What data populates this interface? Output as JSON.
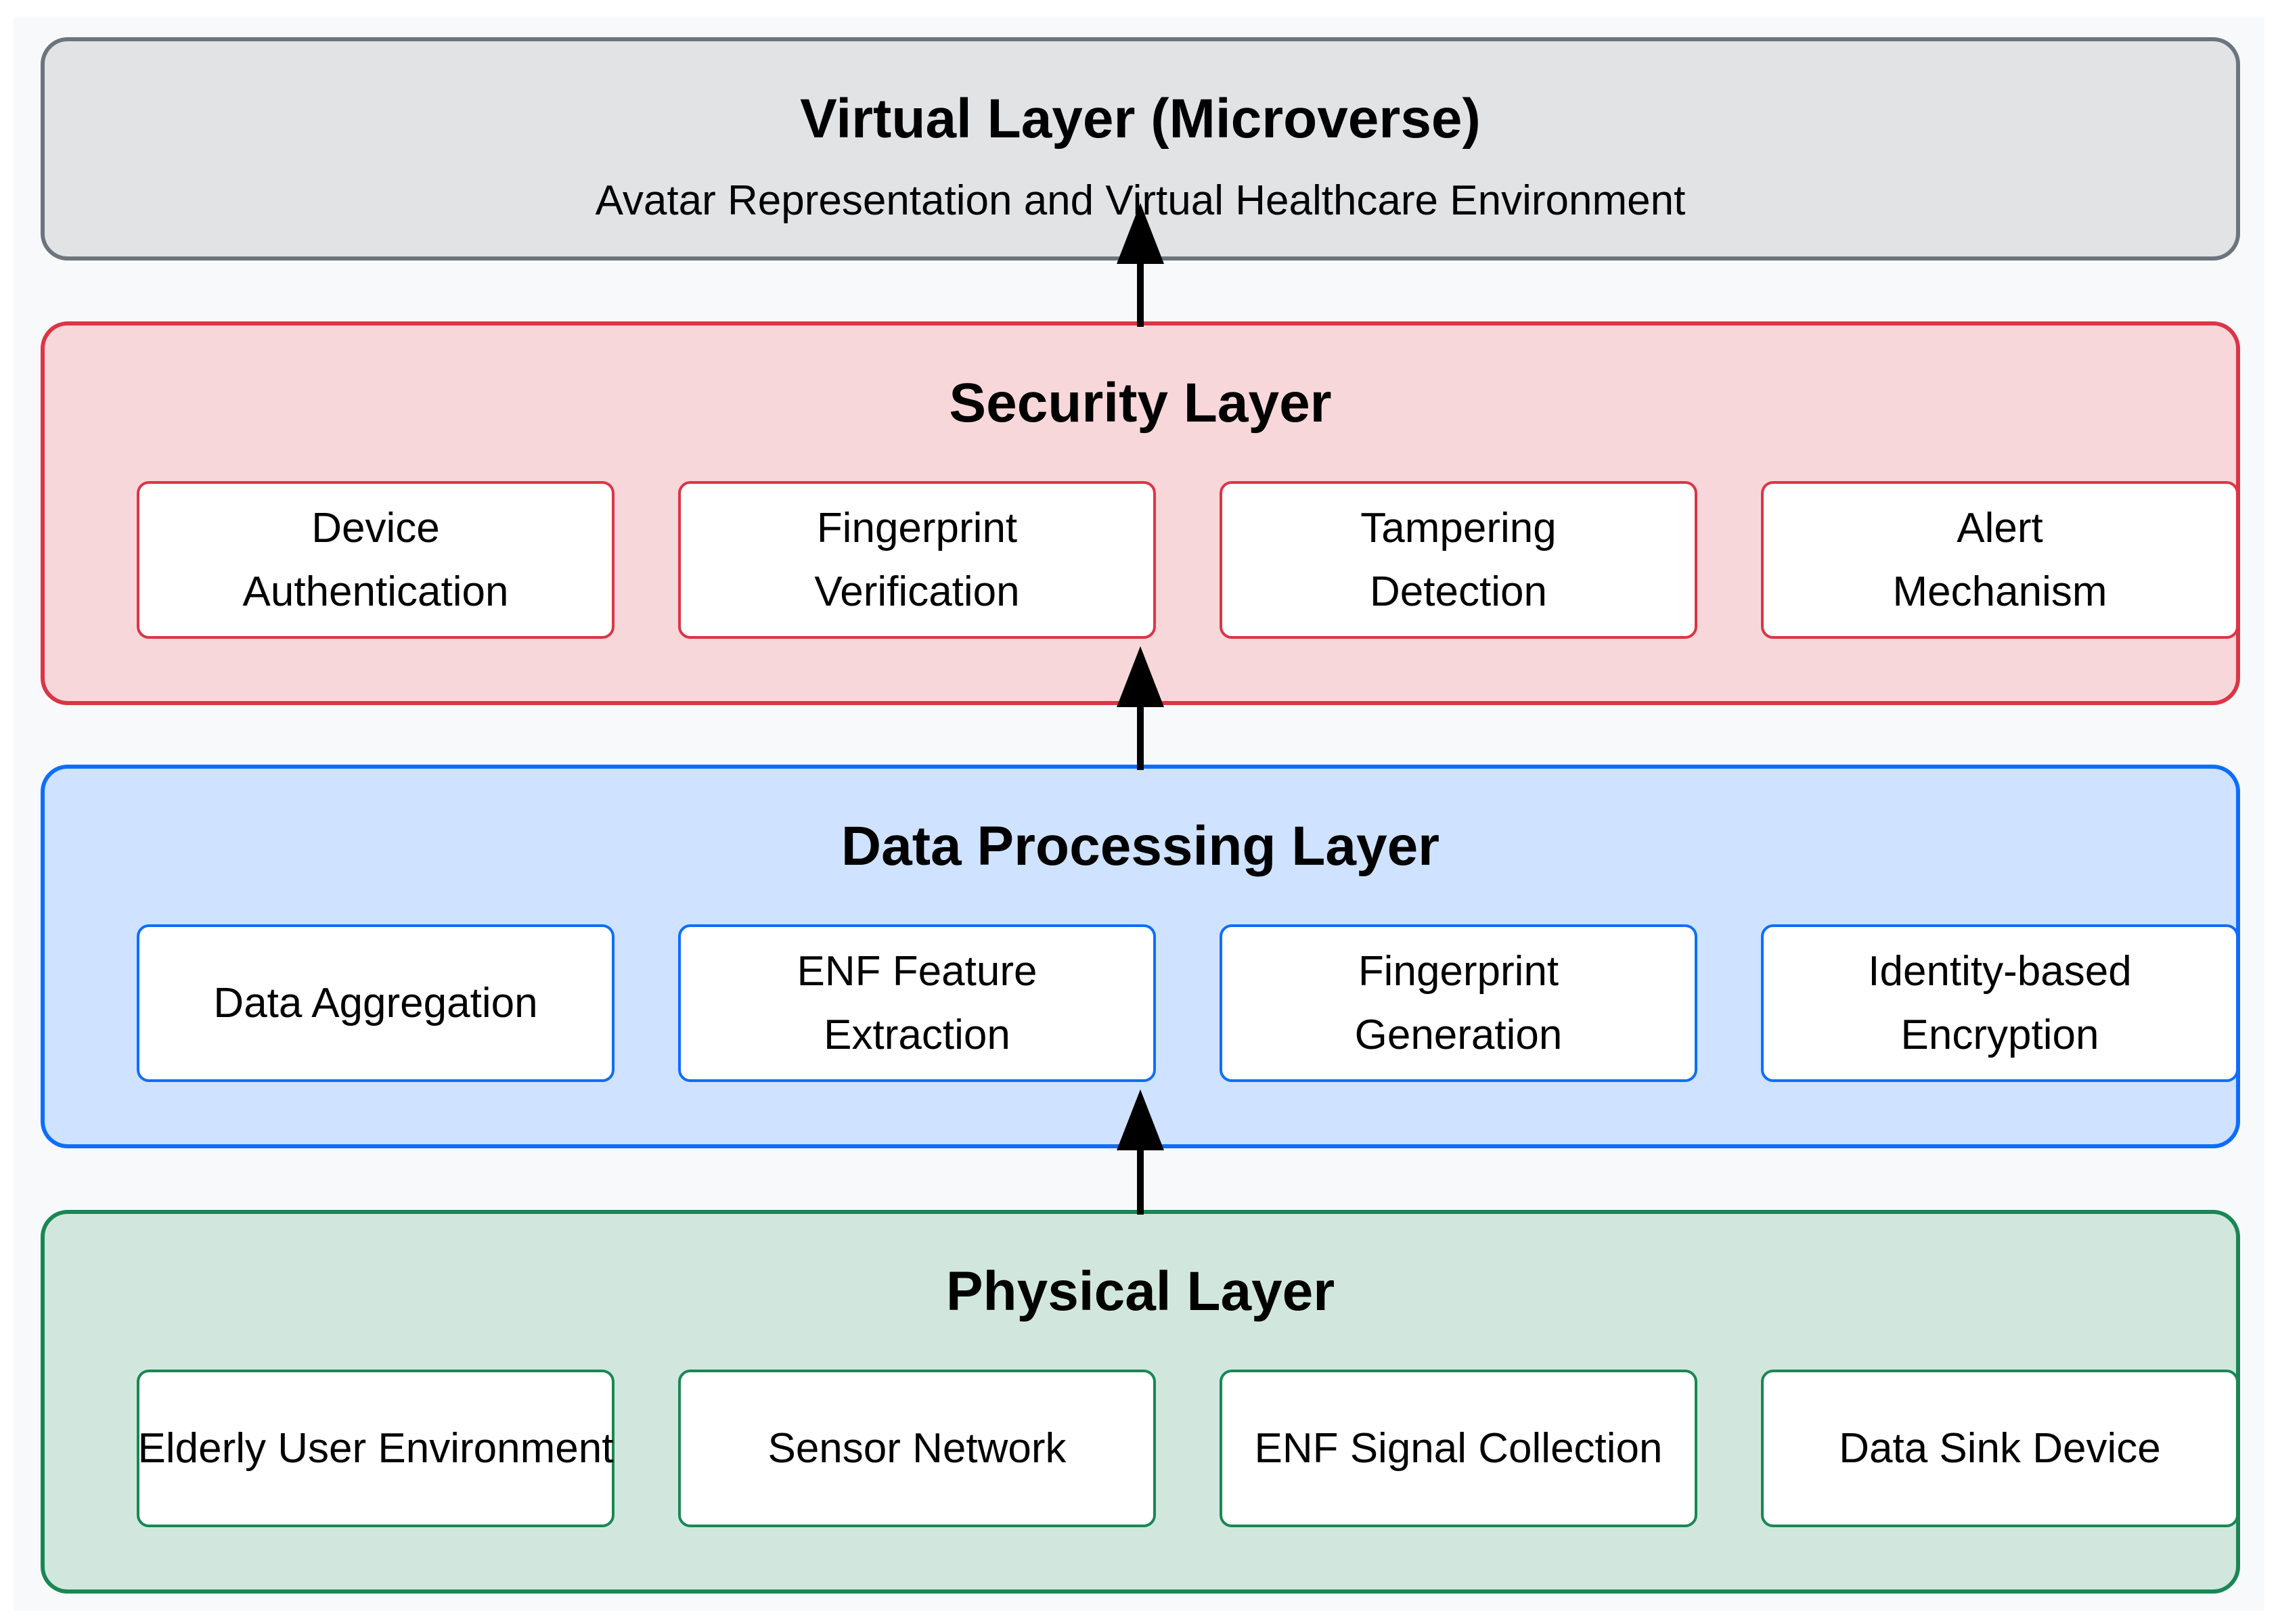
{
  "layers": {
    "virtual": {
      "title": "Virtual Layer (Microverse)",
      "subtitle": "Avatar Representation and Virtual Healthcare Environment",
      "color": "#6c757d"
    },
    "security": {
      "title": "Security Layer",
      "color": "#dc3545",
      "components": [
        "Device\nAuthentication",
        "Fingerprint\nVerification",
        "Tampering\nDetection",
        "Alert\nMechanism"
      ]
    },
    "data_processing": {
      "title": "Data Processing Layer",
      "color": "#0d6efd",
      "components": [
        "Data Aggregation",
        "ENF Feature\nExtraction",
        "Fingerprint\nGeneration",
        "Identity-based\nEncryption"
      ]
    },
    "physical": {
      "title": "Physical Layer",
      "color": "#198754",
      "components": [
        "Elderly User Environment",
        "Sensor Network",
        "ENF Signal Collection",
        "Data Sink Device"
      ]
    }
  }
}
